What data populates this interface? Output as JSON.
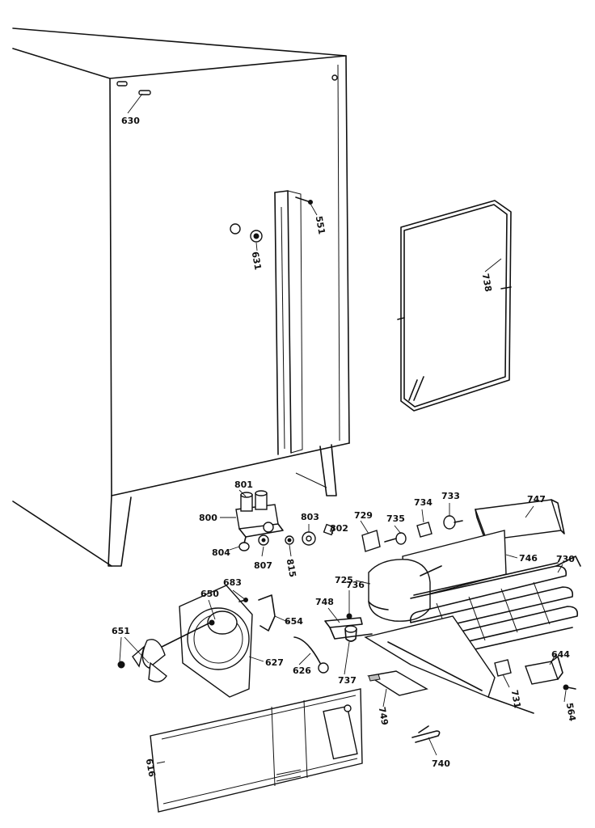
{
  "parts": [
    {
      "id": "p630",
      "label": "630"
    },
    {
      "id": "p551",
      "label": "551"
    },
    {
      "id": "p631",
      "label": "631"
    },
    {
      "id": "p738",
      "label": "738"
    },
    {
      "id": "p801",
      "label": "801"
    },
    {
      "id": "p800",
      "label": "800"
    },
    {
      "id": "p804",
      "label": "804"
    },
    {
      "id": "p807",
      "label": "807"
    },
    {
      "id": "p803",
      "label": "803"
    },
    {
      "id": "p815",
      "label": "815"
    },
    {
      "id": "p802",
      "label": "802"
    },
    {
      "id": "p729",
      "label": "729"
    },
    {
      "id": "p735",
      "label": "735"
    },
    {
      "id": "p734",
      "label": "734"
    },
    {
      "id": "p733",
      "label": "733"
    },
    {
      "id": "p747",
      "label": "747"
    },
    {
      "id": "p746",
      "label": "746"
    },
    {
      "id": "p730",
      "label": "730"
    },
    {
      "id": "p725",
      "label": "725"
    },
    {
      "id": "p748",
      "label": "748"
    },
    {
      "id": "p736",
      "label": "736"
    },
    {
      "id": "p683",
      "label": "683"
    },
    {
      "id": "p650",
      "label": "650"
    },
    {
      "id": "p651",
      "label": "651"
    },
    {
      "id": "p654",
      "label": "654"
    },
    {
      "id": "p627",
      "label": "627"
    },
    {
      "id": "p626",
      "label": "626"
    },
    {
      "id": "p737",
      "label": "737"
    },
    {
      "id": "p644",
      "label": "644"
    },
    {
      "id": "p731",
      "label": "731"
    },
    {
      "id": "p564",
      "label": "564"
    },
    {
      "id": "p749",
      "label": "749"
    },
    {
      "id": "p616",
      "label": "616"
    },
    {
      "id": "p740",
      "label": "740"
    }
  ]
}
